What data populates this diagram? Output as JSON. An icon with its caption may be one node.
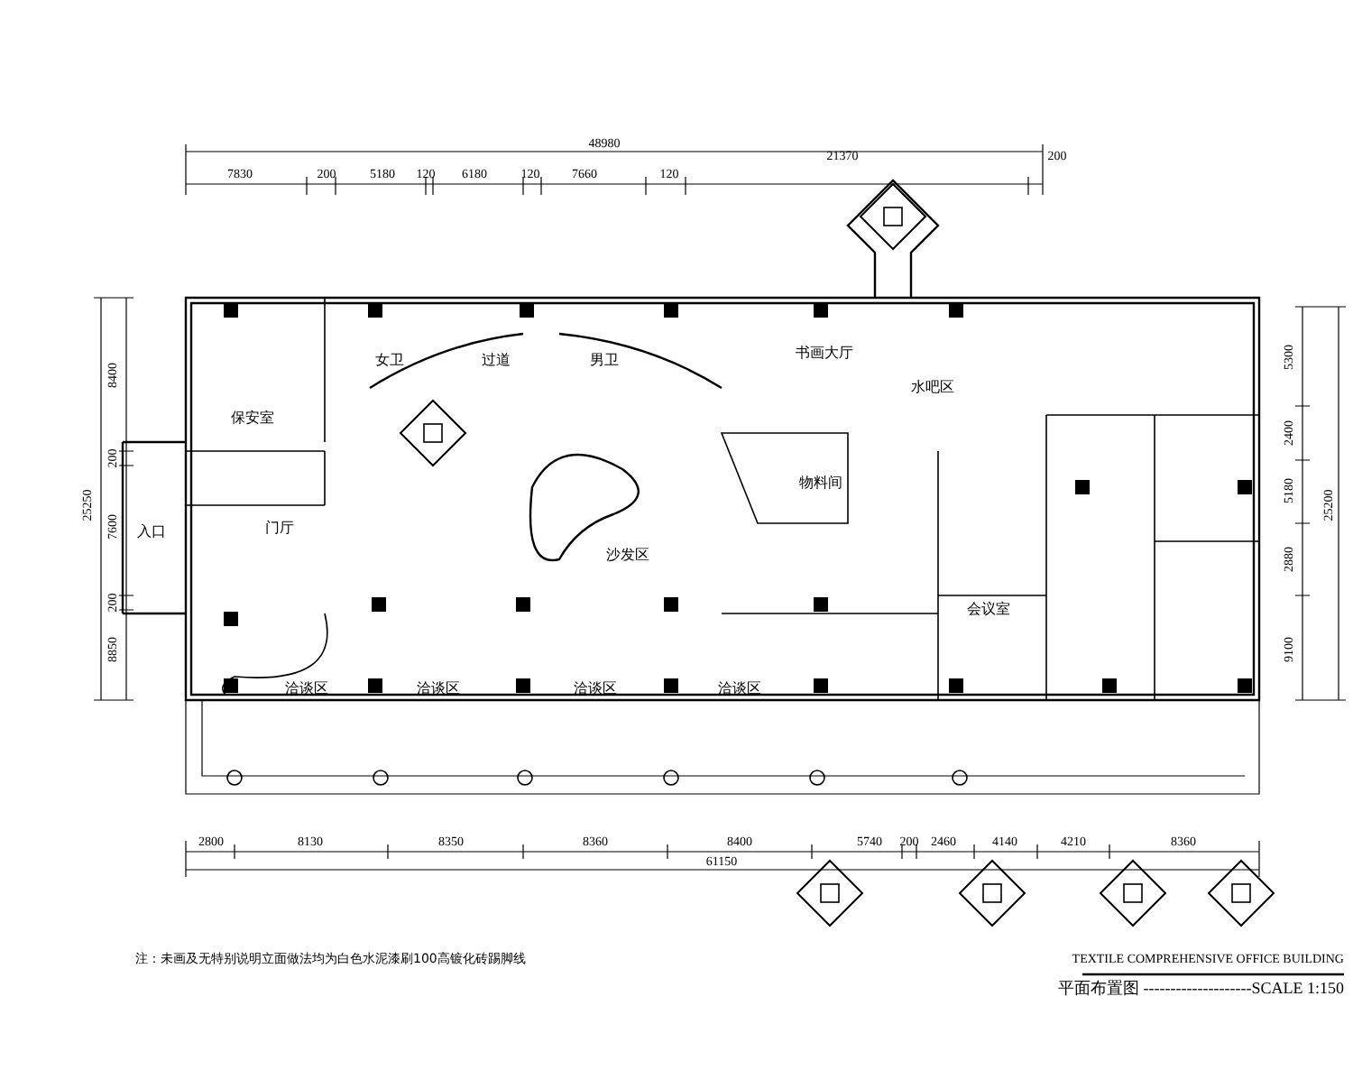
{
  "diagram": {
    "title": "TEXTILE COMPREHENSIVE OFFICE BUILDING",
    "caption": "平面布置图 --------------------SCALE 1:150",
    "labels": [
      "48980",
      "7830",
      "200",
      "5180",
      "120",
      "6180",
      "120",
      "7660",
      "120",
      "21370",
      "200",
      "2800",
      "8130",
      "8350",
      "8360",
      "8400",
      "5740",
      "200",
      "2460",
      "4140",
      "4210",
      "8360",
      "61150",
      "8400",
      "200",
      "7600",
      "200",
      "8850",
      "25250",
      "5300",
      "2400",
      "5180",
      "2880",
      "9100",
      "25200",
      "入口",
      "门厅",
      "保安室",
      "女卫",
      "过道",
      "男卫",
      "书画大厅",
      "水吧区",
      "沙发区",
      "物料间",
      "会议室",
      "洽谈区",
      "洽谈区",
      "洽谈区",
      "洽谈区",
      "注：未画及无特别说明立面做法均为白色水泥漆刷100高镀化砖踢脚线"
    ]
  }
}
